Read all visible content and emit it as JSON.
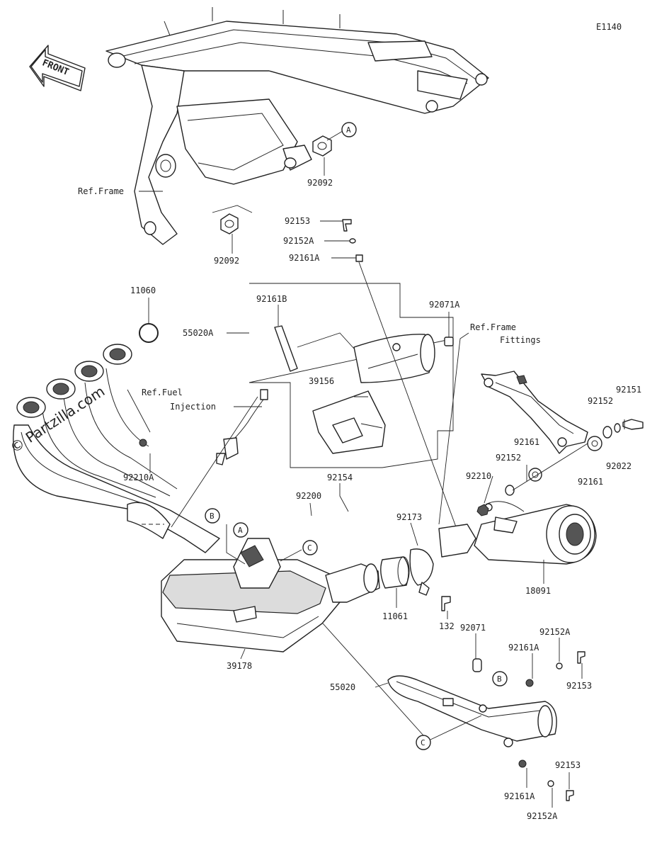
{
  "diagram_id": "E1140",
  "front_label": "FRONT",
  "watermark": "© Partzilla.com",
  "callouts": {
    "A": "A",
    "B": "B",
    "C": "C"
  },
  "labels": {
    "p92092_top": "92092",
    "ref_frame": "Ref.Frame",
    "p92092_bottom": "92092",
    "p92153_top": "92153",
    "p92152A_top": "92152A",
    "p92161A_top": "92161A",
    "p11060": "11060",
    "p92161B": "92161B",
    "p55020A": "55020A",
    "p92071A": "92071A",
    "ref_frame_fittings_1": "Ref.Frame",
    "ref_frame_fittings_2": "Fittings",
    "p39156": "39156",
    "ref_fuel_1": "Ref.Fuel",
    "ref_fuel_2": "Injection",
    "p92151": "92151",
    "p92152_a": "92152",
    "p92161_a": "92161",
    "p92152_b": "92152",
    "p92022": "92022",
    "p92210A": "92210A",
    "p92154": "92154",
    "p92200": "92200",
    "p92210": "92210",
    "p92161_b": "92161",
    "p92173": "92173",
    "p18091": "18091",
    "p11061": "11061",
    "p132": "132",
    "p92071": "92071",
    "p92152A_mid": "92152A",
    "p92161A_mid": "92161A",
    "p92153_mid": "92153",
    "p39178": "39178",
    "p55020": "55020",
    "p92153_bot": "92153",
    "p92161A_bot": "92161A",
    "p92152A_bot": "92152A"
  }
}
